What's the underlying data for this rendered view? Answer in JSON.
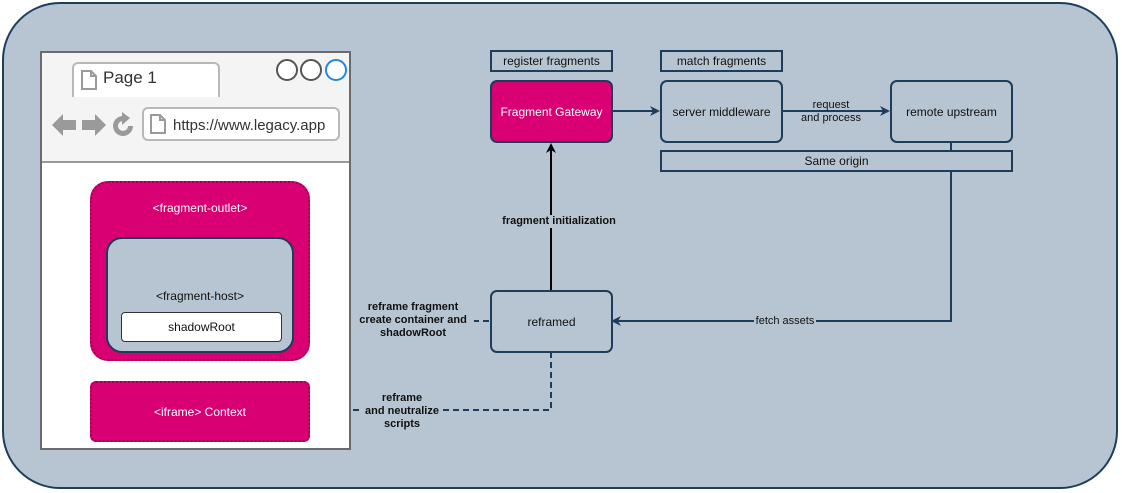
{
  "browser": {
    "tab_title": "Page 1",
    "url": "https://www.legacy.app"
  },
  "nodes": {
    "fragment_gateway": "Fragment Gateway",
    "server_middleware": "server middleware",
    "remote_upstream": "remote upstream",
    "reframed": "reframed",
    "fragment_outlet": "<fragment-outlet>",
    "fragment_host": "<fragment-host>",
    "shadow_root": "shadowRoot",
    "iframe_context": "<iframe> Context"
  },
  "labels": {
    "register_fragments": "register fragments",
    "match_fragments": "match fragments",
    "same_origin": "Same origin"
  },
  "edges": {
    "request_process_1": "request",
    "request_process_2": "and process",
    "fragment_initialization": "fragment initialization",
    "fetch_assets": "fetch assets",
    "reframe_fragment_1": "reframe fragment",
    "reframe_fragment_2": "create container and",
    "reframe_fragment_3": "shadowRoot",
    "reframe_neutralize_1": "reframe",
    "reframe_neutralize_2": "and neutralize",
    "reframe_neutralize_3": "scripts"
  },
  "colors": {
    "background": "#b7c5d2",
    "stroke": "#1d3d5a",
    "accent": "#d80073"
  }
}
